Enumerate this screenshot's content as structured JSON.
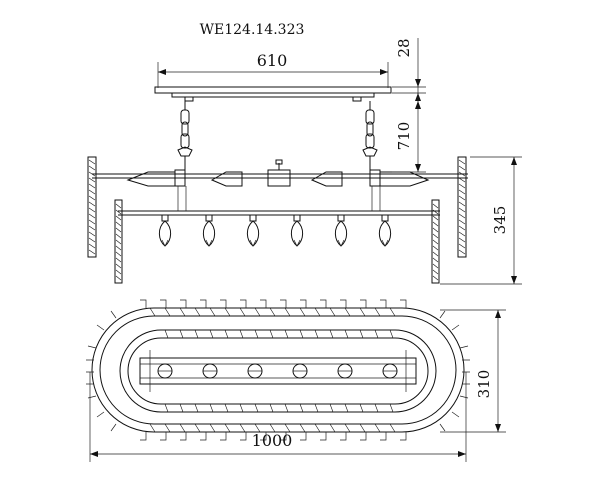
{
  "drawing": {
    "model_code": "WE124.14.323",
    "dimensions": {
      "canopy_width": "610",
      "canopy_height": "28",
      "chain_length": "710",
      "body_height": "345",
      "width": "310",
      "length": "1000"
    },
    "bulb_count": 6,
    "line_color": "#111111",
    "background": "#ffffff"
  }
}
